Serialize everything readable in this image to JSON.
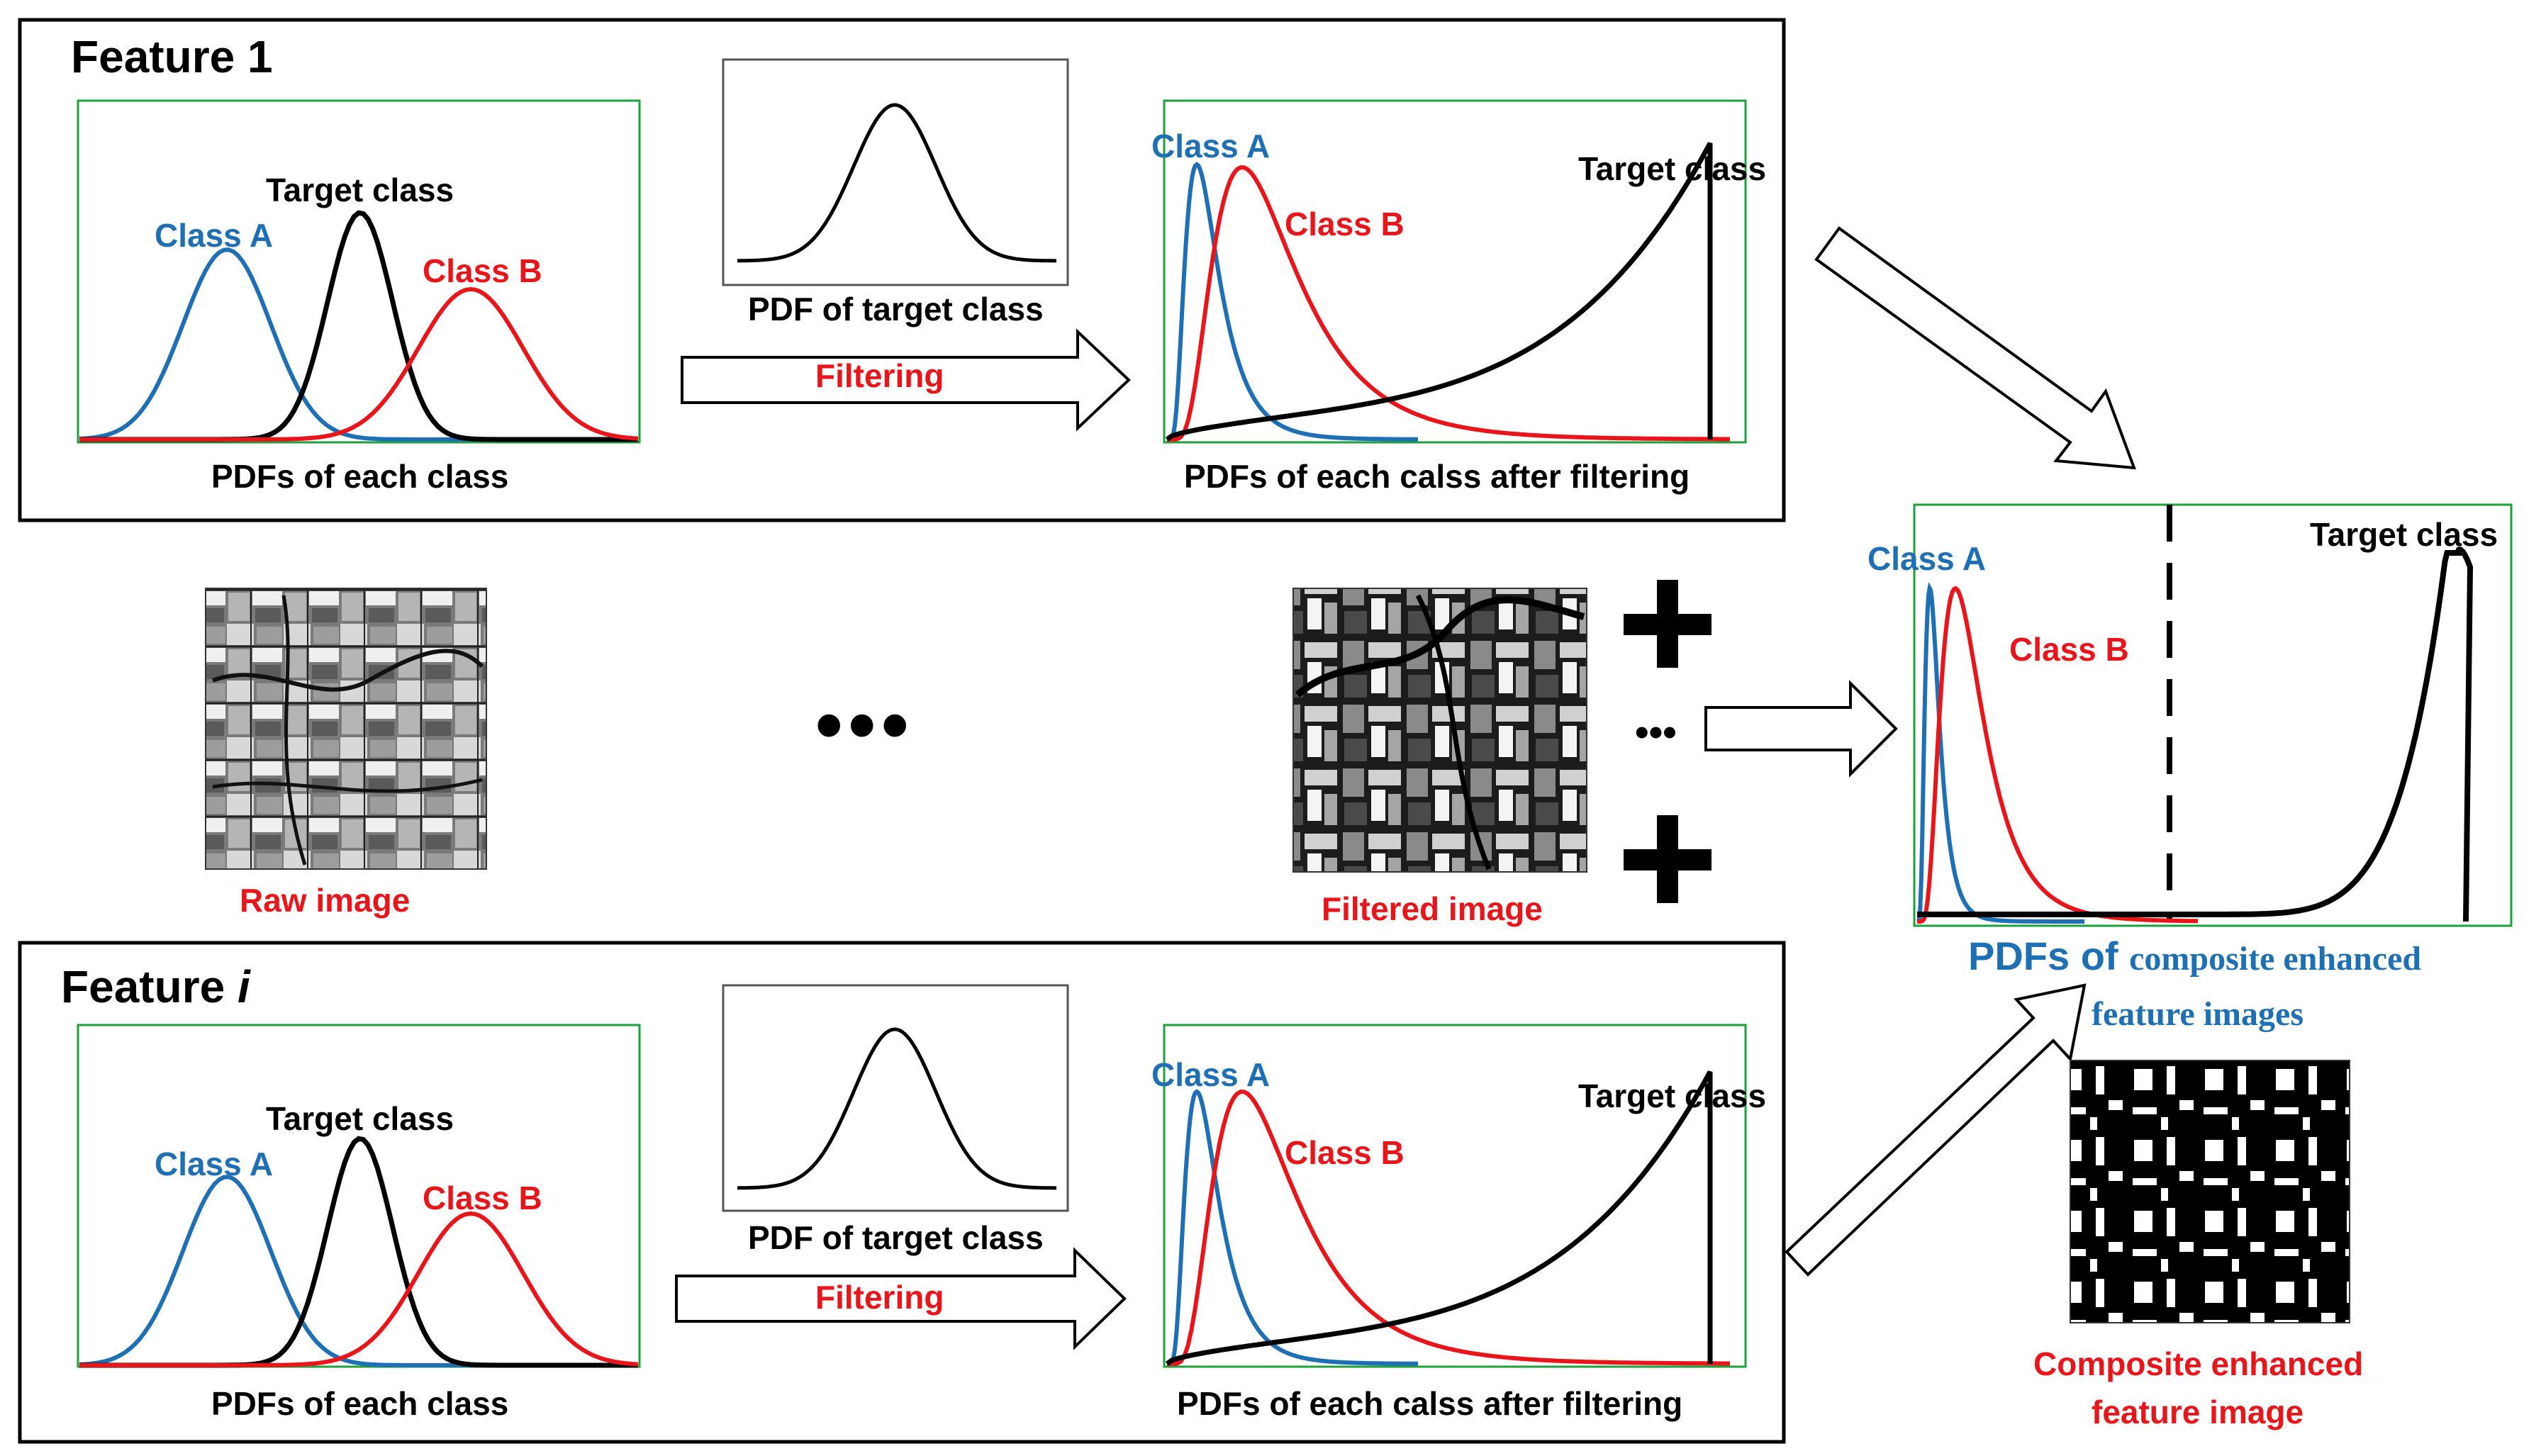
{
  "feature1": {
    "title": "Feature 1",
    "pdf_labels": {
      "class_a": "Class A",
      "class_b": "Class B",
      "target": "Target class"
    },
    "pdfs_caption": "PDFs of each class",
    "filter_pdf_caption": "PDF of target class",
    "filtering_label": "Filtering",
    "after_labels": {
      "class_a": "Class A",
      "class_b": "Class B",
      "target": "Target class"
    },
    "after_caption": "PDFs of each calss after filtering"
  },
  "feature_i": {
    "title_prefix": "Feature ",
    "title_italic": "i",
    "pdf_labels": {
      "class_a": "Class A",
      "class_b": "Class B",
      "target": "Target class"
    },
    "pdfs_caption": "PDFs of each class",
    "filter_pdf_caption": "PDF of target class",
    "filtering_label": "Filtering",
    "after_labels": {
      "class_a": "Class A",
      "class_b": "Class B",
      "target": "Target class"
    },
    "after_caption": "PDFs of each calss after filtering"
  },
  "middle": {
    "raw_image_caption": "Raw image",
    "ellipsis_big": "•••",
    "filtered_image_caption": "Filtered image",
    "plus": "+",
    "ellipsis_small": "•••"
  },
  "composite": {
    "labels": {
      "class_a": "Class A",
      "class_b": "Class B",
      "target": "Target class"
    },
    "caption_part1": "PDFs of ",
    "caption_part2": "composite enhanced",
    "caption_line2": "feature images",
    "image_caption_line1": "Composite enhanced",
    "image_caption_line2": "feature image"
  },
  "colors": {
    "class_a": "#1f6fb5",
    "class_b": "#e8161b",
    "target": "#000000",
    "plot_border": "#1ea13b",
    "caption_red": "#e8161b",
    "caption_blue": "#1f6fb5"
  },
  "icons": {
    "arrows": "hollow-arrow-icon",
    "plus": "plus-icon"
  }
}
